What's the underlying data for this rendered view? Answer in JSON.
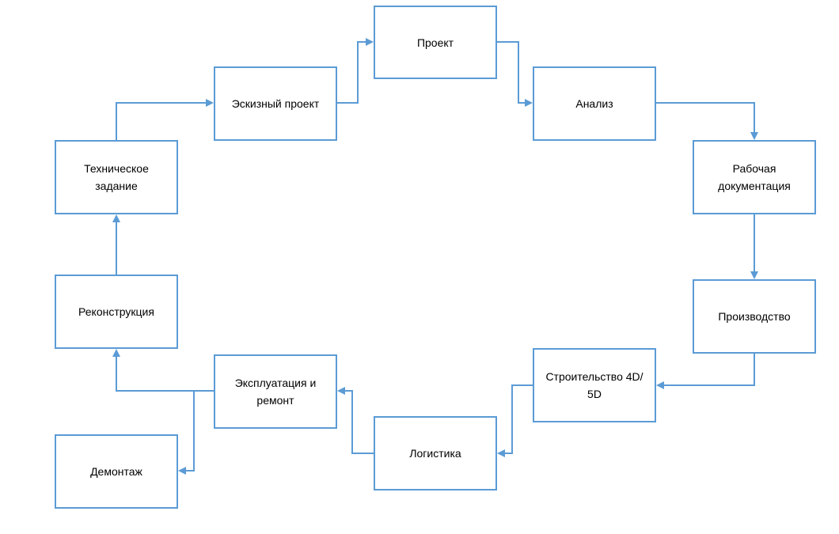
{
  "diagram": {
    "colors": {
      "stroke": "#5b9bd5",
      "fill": "#ffffff",
      "text": "#000000"
    },
    "nodes": {
      "proekt": {
        "label": "Проект"
      },
      "eskiz": {
        "label": "Эскизный проект"
      },
      "analiz": {
        "label": "Анализ"
      },
      "tz": {
        "line1": "Техническое",
        "line2": "задание"
      },
      "rabdoc": {
        "line1": "Рабочая",
        "line2": "документация"
      },
      "rekon": {
        "label": "Реконструкция"
      },
      "proizv": {
        "label": "Производство"
      },
      "stroit": {
        "line1": "Строительство 4D/",
        "line2": "5D"
      },
      "ekspl": {
        "line1": "Эксплуатация и",
        "line2": "ремонт"
      },
      "logist": {
        "label": "Логистика"
      },
      "demont": {
        "label": "Демонтаж"
      }
    },
    "edges": [
      {
        "from": "Эскизный проект",
        "to": "Проект"
      },
      {
        "from": "Проект",
        "to": "Анализ"
      },
      {
        "from": "Анализ",
        "to": "Рабочая документация"
      },
      {
        "from": "Рабочая документация",
        "to": "Производство"
      },
      {
        "from": "Производство",
        "to": "Строительство 4D/5D"
      },
      {
        "from": "Строительство 4D/5D",
        "to": "Логистика"
      },
      {
        "from": "Логистика",
        "to": "Эксплуатация и ремонт"
      },
      {
        "from": "Эксплуатация и ремонт",
        "to": "Реконструкция"
      },
      {
        "from": "Эксплуатация и ремонт",
        "to": "Демонтаж"
      },
      {
        "from": "Реконструкция",
        "to": "Техническое задание"
      },
      {
        "from": "Техническое задание",
        "to": "Эскизный проект"
      }
    ]
  }
}
